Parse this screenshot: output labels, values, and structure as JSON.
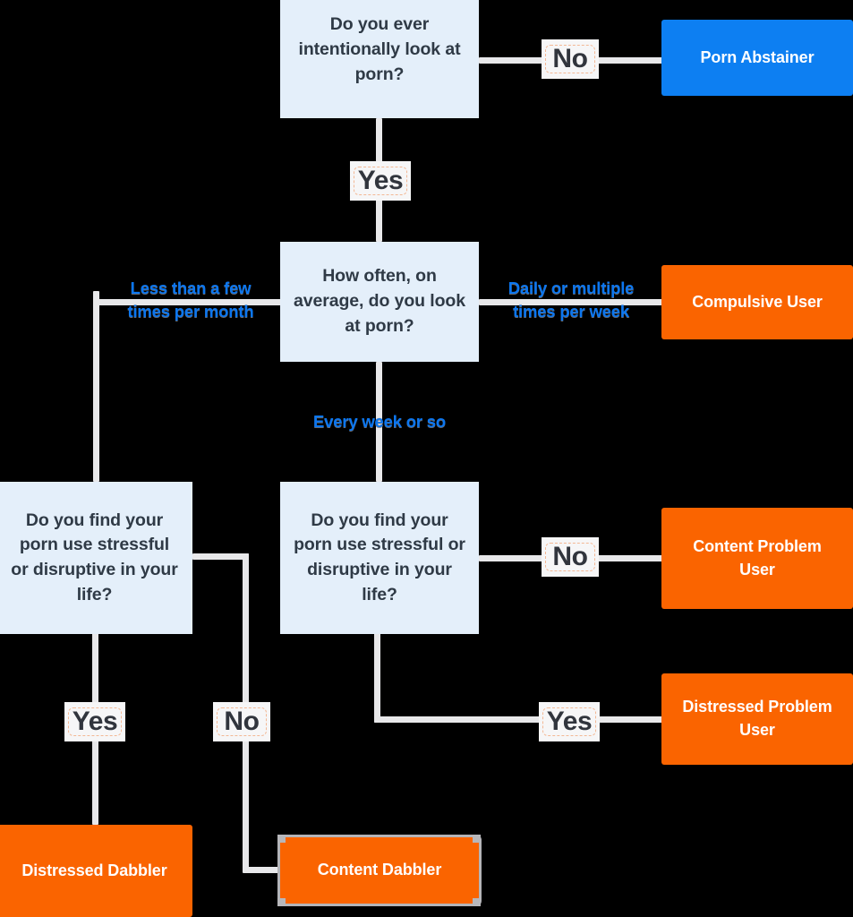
{
  "diagram": {
    "title": "Porn use typology decision flowchart",
    "colors": {
      "question_bg": "#e4effa",
      "question_text": "#2f3a46",
      "terminal_blue": "#0d7ff2",
      "terminal_orange": "#fa6400",
      "terminal_text": "#ffffff",
      "edge_label_blue": "#0b76f0",
      "edge_label_dark": "#31353d",
      "connector": "#e8e8ea",
      "background": "#000000"
    },
    "nodes": {
      "q1": "Do you ever intentionally look at porn?",
      "q2": "How often, on average, do you look at porn?",
      "q3_left": "Do you find your porn use stressful or disruptive in your life?",
      "q3_right": "Do you find your porn use stressful or disruptive in your life?",
      "porn_abstainer": "Porn Abstainer",
      "compulsive_user": "Compulsive User",
      "content_problem_user": "Content Problem User",
      "distressed_problem_user": "Distressed Problem User",
      "distressed_dabbler": "Distressed Dabbler",
      "content_dabbler": "Content Dabbler"
    },
    "edge_labels": {
      "q1_no": "No",
      "q1_yes": "Yes",
      "q2_left": "Less than a few times per month",
      "q2_right": "Daily or multiple times per week",
      "q2_down": "Every week or so",
      "q3l_yes": "Yes",
      "q3l_no": "No",
      "q3r_no": "No",
      "q3r_yes": "Yes"
    }
  }
}
